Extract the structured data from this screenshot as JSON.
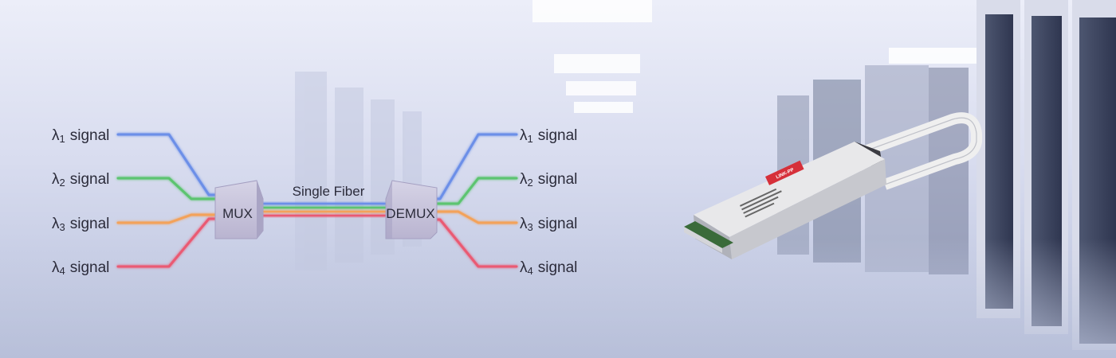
{
  "diagram": {
    "left_signals": [
      {
        "symbol": "λ",
        "sub": "1",
        "word": "signal",
        "color": "#6c8fe8"
      },
      {
        "symbol": "λ",
        "sub": "2",
        "word": "signal",
        "color": "#5cc46f"
      },
      {
        "symbol": "λ",
        "sub": "3",
        "word": "signal",
        "color": "#f3a25a"
      },
      {
        "symbol": "λ",
        "sub": "4",
        "word": "signal",
        "color": "#ea5a73"
      }
    ],
    "right_signals": [
      {
        "symbol": "λ",
        "sub": "1",
        "word": "signal",
        "color": "#6c8fe8"
      },
      {
        "symbol": "λ",
        "sub": "2",
        "word": "signal",
        "color": "#5cc46f"
      },
      {
        "symbol": "λ",
        "sub": "3",
        "word": "signal",
        "color": "#f3a25a"
      },
      {
        "symbol": "λ",
        "sub": "4",
        "word": "signal",
        "color": "#ea5a73"
      }
    ],
    "mux_label": "MUX",
    "demux_label": "DEMUX",
    "fiber_label": "Single Fiber"
  },
  "product": {
    "brand_label": "LINK-PP",
    "module_color": "#e8e8ea",
    "label_color": "#d6303a"
  }
}
